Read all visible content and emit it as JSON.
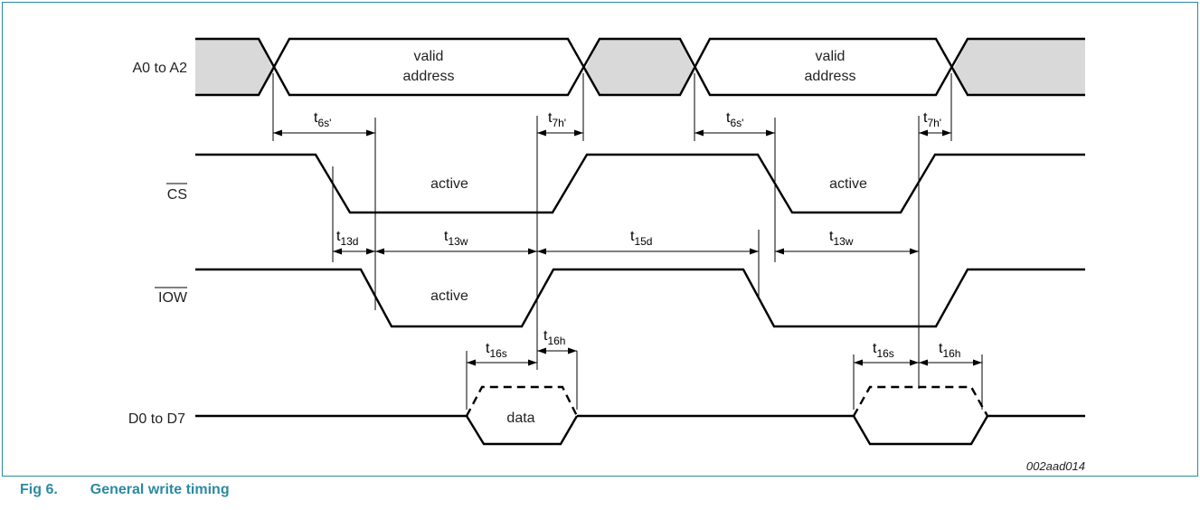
{
  "signals": {
    "address": "A0 to A2",
    "cs": "CS",
    "iow": "IOW",
    "data_bus": "D0 to D7"
  },
  "labels": {
    "valid_address_1": "valid",
    "valid_address_2": "address",
    "active": "active",
    "data": "data"
  },
  "timings": {
    "t6s": {
      "t": "t",
      "sub": "6s'"
    },
    "t7h": {
      "t": "t",
      "sub": "7h'"
    },
    "t13d": {
      "t": "t",
      "sub": "13d"
    },
    "t13w": {
      "t": "t",
      "sub": "13w"
    },
    "t15d": {
      "t": "t",
      "sub": "15d"
    },
    "t16s": {
      "t": "t",
      "sub": "16s"
    },
    "t16h": {
      "t": "t",
      "sub": "16h"
    }
  },
  "reference": "002aad014",
  "caption": {
    "number": "Fig 6.",
    "title": "General write timing"
  },
  "colors": {
    "caption": "#2b8aa3",
    "invalid_fill": "#d9d9d9",
    "line": "#000000"
  }
}
